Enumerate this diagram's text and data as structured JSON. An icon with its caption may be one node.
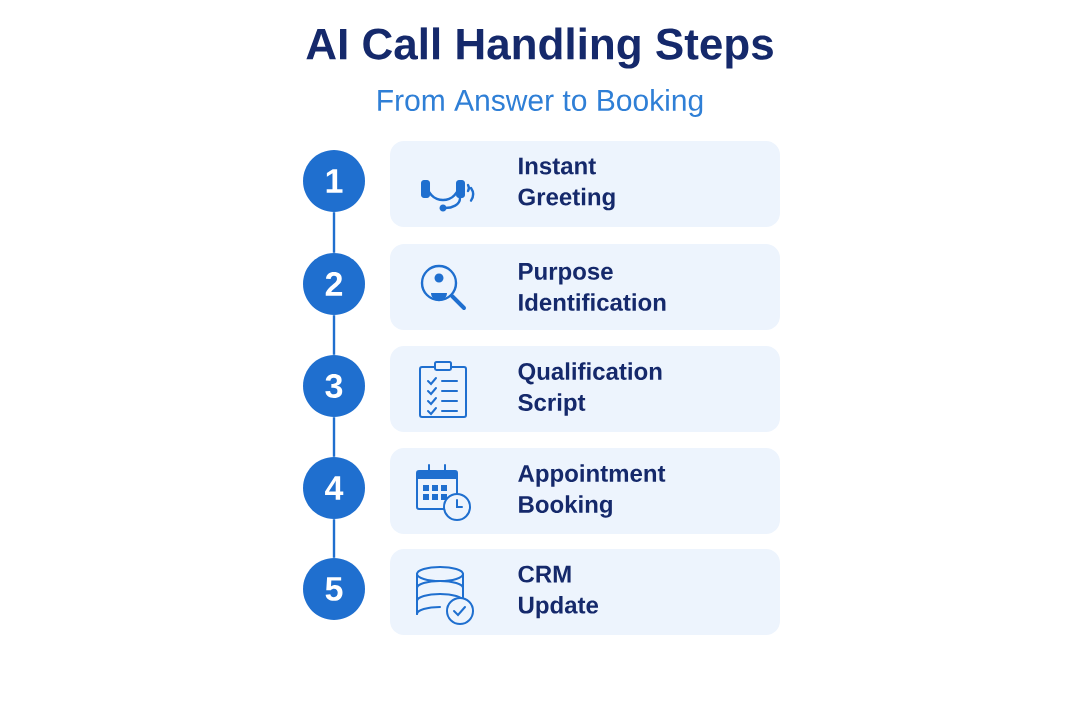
{
  "diagram": {
    "title": "AI Call Handling Steps",
    "caption": "From Answer to Booking",
    "nodes": [
      {
        "text": [
          "1"
        ]
      },
      {
        "text": [
          "Instant Greeting"
        ]
      },
      {
        "text": [
          "2"
        ]
      },
      {
        "text": [
          "Purpose Identification"
        ]
      },
      {
        "text": [
          "3"
        ]
      },
      {
        "text": [
          "Qualification Script"
        ]
      },
      {
        "text": [
          "4"
        ]
      },
      {
        "text": [
          "Appointment Booking"
        ]
      },
      {
        "text": [
          "5"
        ]
      },
      {
        "text": [
          "CRM Update"
        ]
      }
    ],
    "edges": [
      {
        "from": 0,
        "to": 2,
        "arrow": "none"
      },
      {
        "from": 2,
        "to": 4,
        "arrow": "none"
      },
      {
        "from": 4,
        "to": 6,
        "arrow": "none"
      },
      {
        "from": 6,
        "to": 8,
        "arrow": "none"
      }
    ]
  }
}
